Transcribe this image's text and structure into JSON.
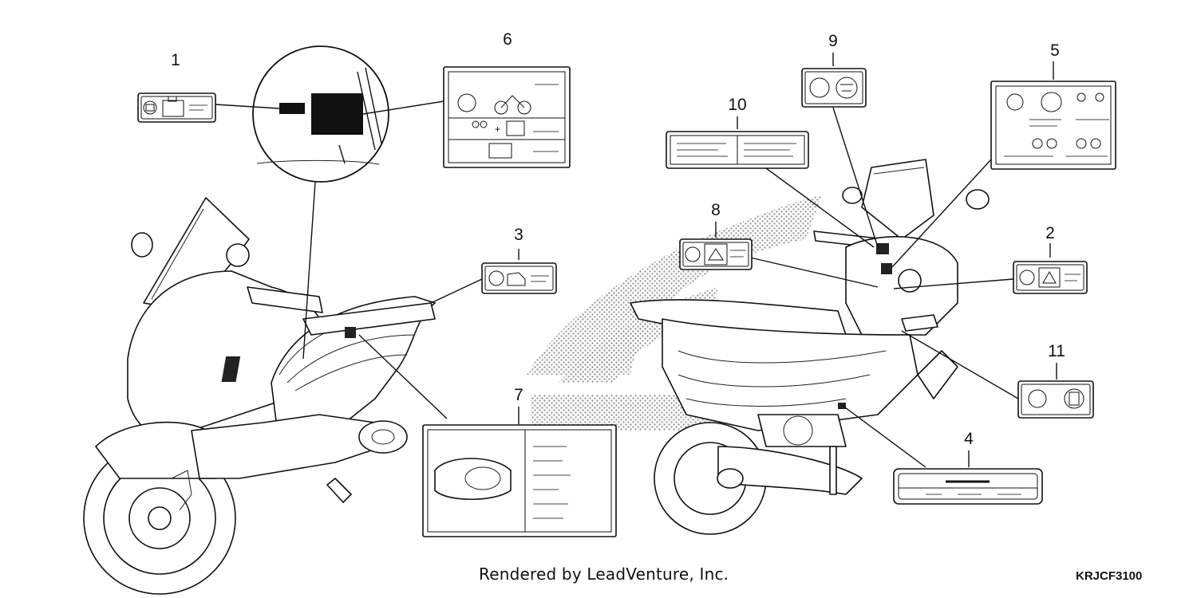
{
  "callouts": [
    {
      "id": 1,
      "label": "1"
    },
    {
      "id": 2,
      "label": "2"
    },
    {
      "id": 3,
      "label": "3"
    },
    {
      "id": 4,
      "label": "4"
    },
    {
      "id": 5,
      "label": "5"
    },
    {
      "id": 6,
      "label": "6"
    },
    {
      "id": 7,
      "label": "7"
    },
    {
      "id": 8,
      "label": "8"
    },
    {
      "id": 9,
      "label": "9"
    },
    {
      "id": 10,
      "label": "10"
    },
    {
      "id": 11,
      "label": "11"
    }
  ],
  "footer": {
    "credit": "Rendered by LeadVenture, Inc.",
    "code": "KRJCF3100"
  },
  "watermark": {
    "brand_icon": "wing-logo-icon",
    "color": "#9a9a9a"
  },
  "icons": {
    "manual": "manual-book-icon",
    "warning": "warning-triangle-icon"
  }
}
